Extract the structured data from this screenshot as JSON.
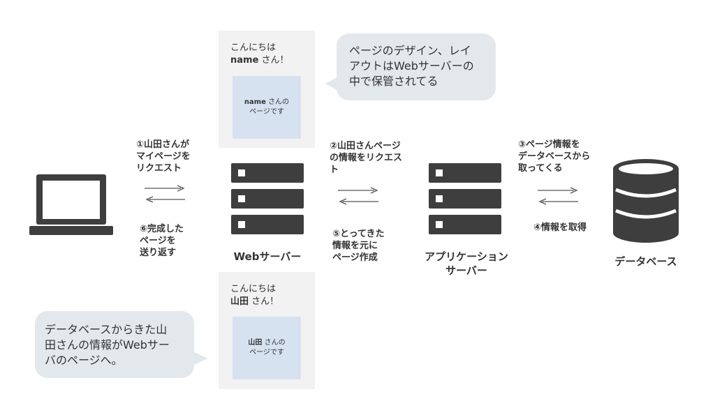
{
  "web_page_template": {
    "greeting": "こんにちは",
    "name": "name",
    "suffix": "さん！",
    "page_name": "name",
    "page_suffix": "さんの",
    "page_line2": "ページです"
  },
  "web_page_result": {
    "greeting": "こんにちは",
    "name": "山田",
    "suffix": "さん！",
    "page_name": "山田",
    "page_suffix": "さんの",
    "page_line2": "ページです"
  },
  "bubble_top": {
    "line1": "ページのデザイン、レイ",
    "line2": "アウトはWebサーバーの",
    "line3": "中で保管されてる"
  },
  "bubble_bottom": {
    "line1": "データベースからきた山",
    "line2": "田さんの情報がWebサー",
    "line3": "バのページへ。"
  },
  "steps": {
    "s1": [
      "①山田さんが",
      "マイページを",
      "リクエスト"
    ],
    "s2": [
      "②山田さんページ",
      "の情報をリクエス",
      "ト"
    ],
    "s3": [
      "③ページ情報を",
      "データベースから",
      "取ってくる"
    ],
    "s4": [
      "④情報を取得"
    ],
    "s5": [
      "⑤とってきた",
      "情報を元に",
      "ページ作成"
    ],
    "s6": [
      "⑥完成した",
      "ページを",
      "送り返す"
    ]
  },
  "labels": {
    "web_server": "Webサーバー",
    "app_server_line1": "アプリケーション",
    "app_server_line2": "サーバー",
    "database": "データベース"
  },
  "colors": {
    "icon": "#3e3e3e",
    "panel": "#f2f2f2",
    "inner_page": "#d7e2f0",
    "bubble": "#e3e8ed"
  },
  "icons": {
    "client": "laptop-icon",
    "web_server": "server-icon",
    "app_server": "server-icon",
    "database": "database-icon"
  }
}
